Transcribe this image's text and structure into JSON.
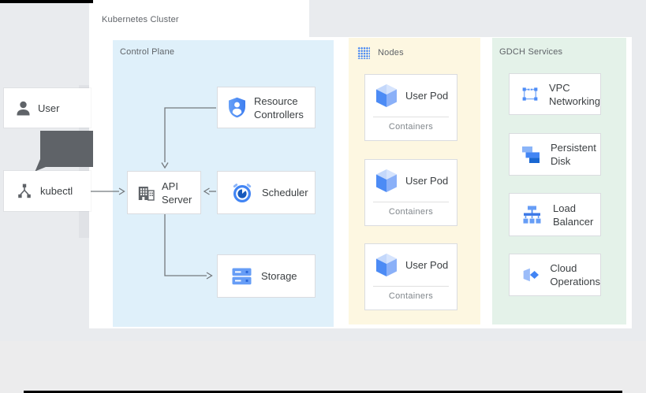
{
  "cluster": {
    "label": "Kubernetes Cluster"
  },
  "external": {
    "user": {
      "label": "User",
      "icon": "person-icon"
    },
    "kubectl": {
      "label": "kubectl",
      "icon": "kubectl-icon"
    },
    "connector": "user-to-kubectl-thick-arrow"
  },
  "control_plane": {
    "label": "Control Plane",
    "resource_controllers": {
      "line1": "Resource",
      "line2": "Controllers",
      "icon": "shield-person-icon"
    },
    "api_server": {
      "line1": "API",
      "line2": "Server",
      "icon": "building-icon"
    },
    "scheduler": {
      "label": "Scheduler",
      "icon": "clock-icon"
    },
    "storage": {
      "label": "Storage",
      "icon": "storage-disks-icon"
    },
    "connectors": [
      "kubectl-to-api-server",
      "resource-controllers-to-api-server",
      "scheduler-to-api-server",
      "api-server-to-storage"
    ]
  },
  "nodes_panel": {
    "label": "Nodes",
    "icon": "dot-grid-icon",
    "pods": [
      {
        "label": "User Pod",
        "sublabel": "Containers",
        "icon": "pod-cube-icon"
      },
      {
        "label": "User Pod",
        "sublabel": "Containers",
        "icon": "pod-cube-icon"
      },
      {
        "label": "User Pod",
        "sublabel": "Containers",
        "icon": "pod-cube-icon"
      }
    ]
  },
  "gdch_panel": {
    "label": "GDCH Services",
    "services": [
      {
        "line1": "VPC",
        "line2": "Networking",
        "icon": "vpc-networking-icon"
      },
      {
        "line1": "Persistent",
        "line2": "Disk",
        "icon": "persistent-disk-icon"
      },
      {
        "line1": "Load",
        "line2": "Balancer",
        "icon": "load-balancer-icon"
      },
      {
        "line1": "Cloud",
        "line2": "Operations",
        "icon": "cloud-operations-icon"
      }
    ]
  },
  "colors": {
    "canvas_gray": "#e9ebee",
    "footer_gray": "#ececed",
    "cluster_bg": "#ffffff",
    "control_plane_bg": "#dff0fa",
    "nodes_bg": "#fdf7e1",
    "gdch_bg": "#e4f2e9",
    "box_border": "#dadce0",
    "heading_text": "#5f6368",
    "box_text": "#3c4043",
    "secondary_text": "#80868b",
    "connector_gray": "#74797d",
    "dark_arrow": "#5f6368",
    "accent_blue": "#4285f4",
    "edge_black": "#000000"
  }
}
